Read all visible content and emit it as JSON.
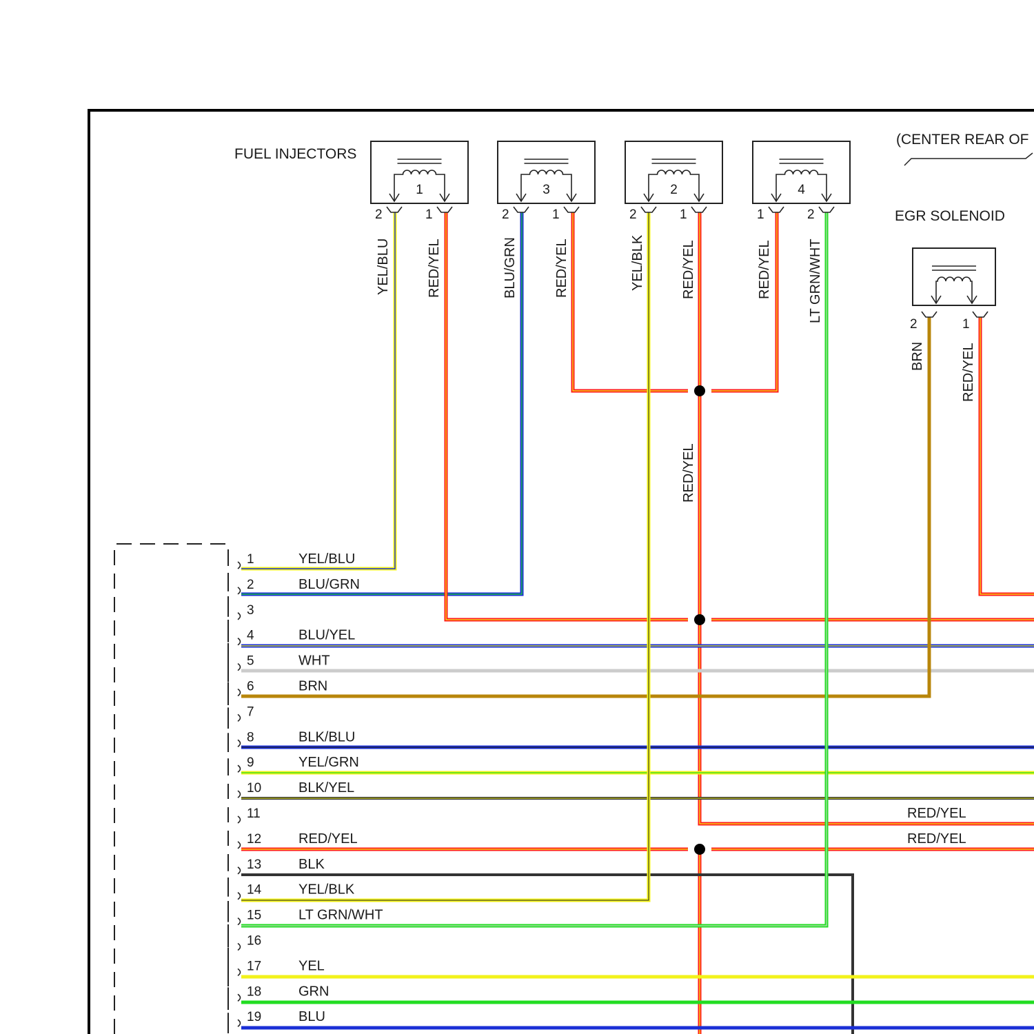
{
  "header": {
    "fuel_injectors_label": "FUEL INJECTORS",
    "egr_label": "EGR SOLENOID",
    "location_note": "(CENTER REAR OF"
  },
  "injectors": [
    {
      "number": "1",
      "left_pin": "2",
      "right_pin": "1",
      "left_wire": "YEL/BLU",
      "right_wire": "RED/YEL"
    },
    {
      "number": "3",
      "left_pin": "2",
      "right_pin": "1",
      "left_wire": "BLU/GRN",
      "right_wire": "RED/YEL"
    },
    {
      "number": "2",
      "left_pin": "2",
      "right_pin": "1",
      "left_wire": "YEL/BLK",
      "right_wire": "RED/YEL"
    },
    {
      "number": "4",
      "left_pin": "1",
      "right_pin": "2",
      "left_wire": "RED/YEL",
      "right_wire": "LT GRN/WHT"
    }
  ],
  "egr": {
    "left_pin": "2",
    "right_pin": "1",
    "left_wire": "BRN",
    "right_wire": "RED/YEL"
  },
  "splice_wire_label": "RED/YEL",
  "right_labels": {
    "pin11": "RED/YEL",
    "pin12": "RED/YEL"
  },
  "connector_pins": [
    {
      "pin": "1",
      "color": "YEL/BLU"
    },
    {
      "pin": "2",
      "color": "BLU/GRN"
    },
    {
      "pin": "3",
      "color": ""
    },
    {
      "pin": "4",
      "color": "BLU/YEL"
    },
    {
      "pin": "5",
      "color": "WHT"
    },
    {
      "pin": "6",
      "color": "BRN"
    },
    {
      "pin": "7",
      "color": ""
    },
    {
      "pin": "8",
      "color": "BLK/BLU"
    },
    {
      "pin": "9",
      "color": "YEL/GRN"
    },
    {
      "pin": "10",
      "color": "BLK/YEL"
    },
    {
      "pin": "11",
      "color": ""
    },
    {
      "pin": "12",
      "color": "RED/YEL"
    },
    {
      "pin": "13",
      "color": "BLK"
    },
    {
      "pin": "14",
      "color": "YEL/BLK"
    },
    {
      "pin": "15",
      "color": "LT GRN/WHT"
    },
    {
      "pin": "16",
      "color": ""
    },
    {
      "pin": "17",
      "color": "YEL"
    },
    {
      "pin": "18",
      "color": "GRN"
    },
    {
      "pin": "19",
      "color": "BLU"
    }
  ],
  "wire_colors": {
    "red": "#ff1a1a",
    "yellow": "#f2f21a",
    "blue": "#1a2fd6",
    "green": "#22dd22",
    "brown": "#b8860b",
    "white": "#cccccc",
    "black": "#333333"
  }
}
